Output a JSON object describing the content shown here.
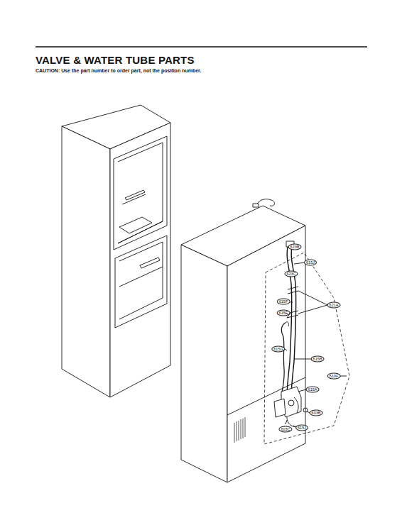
{
  "diagram": {
    "title": "VALVE & WATER TUBE PARTS",
    "caption": "CAUTION: Use the part number to order part, not the position number.",
    "labels": [
      "623B",
      "615J",
      "623C",
      "615F",
      "615E",
      "621A",
      "615G",
      "615B",
      "619F",
      "615A",
      "603B",
      "603C",
      "615J"
    ]
  }
}
